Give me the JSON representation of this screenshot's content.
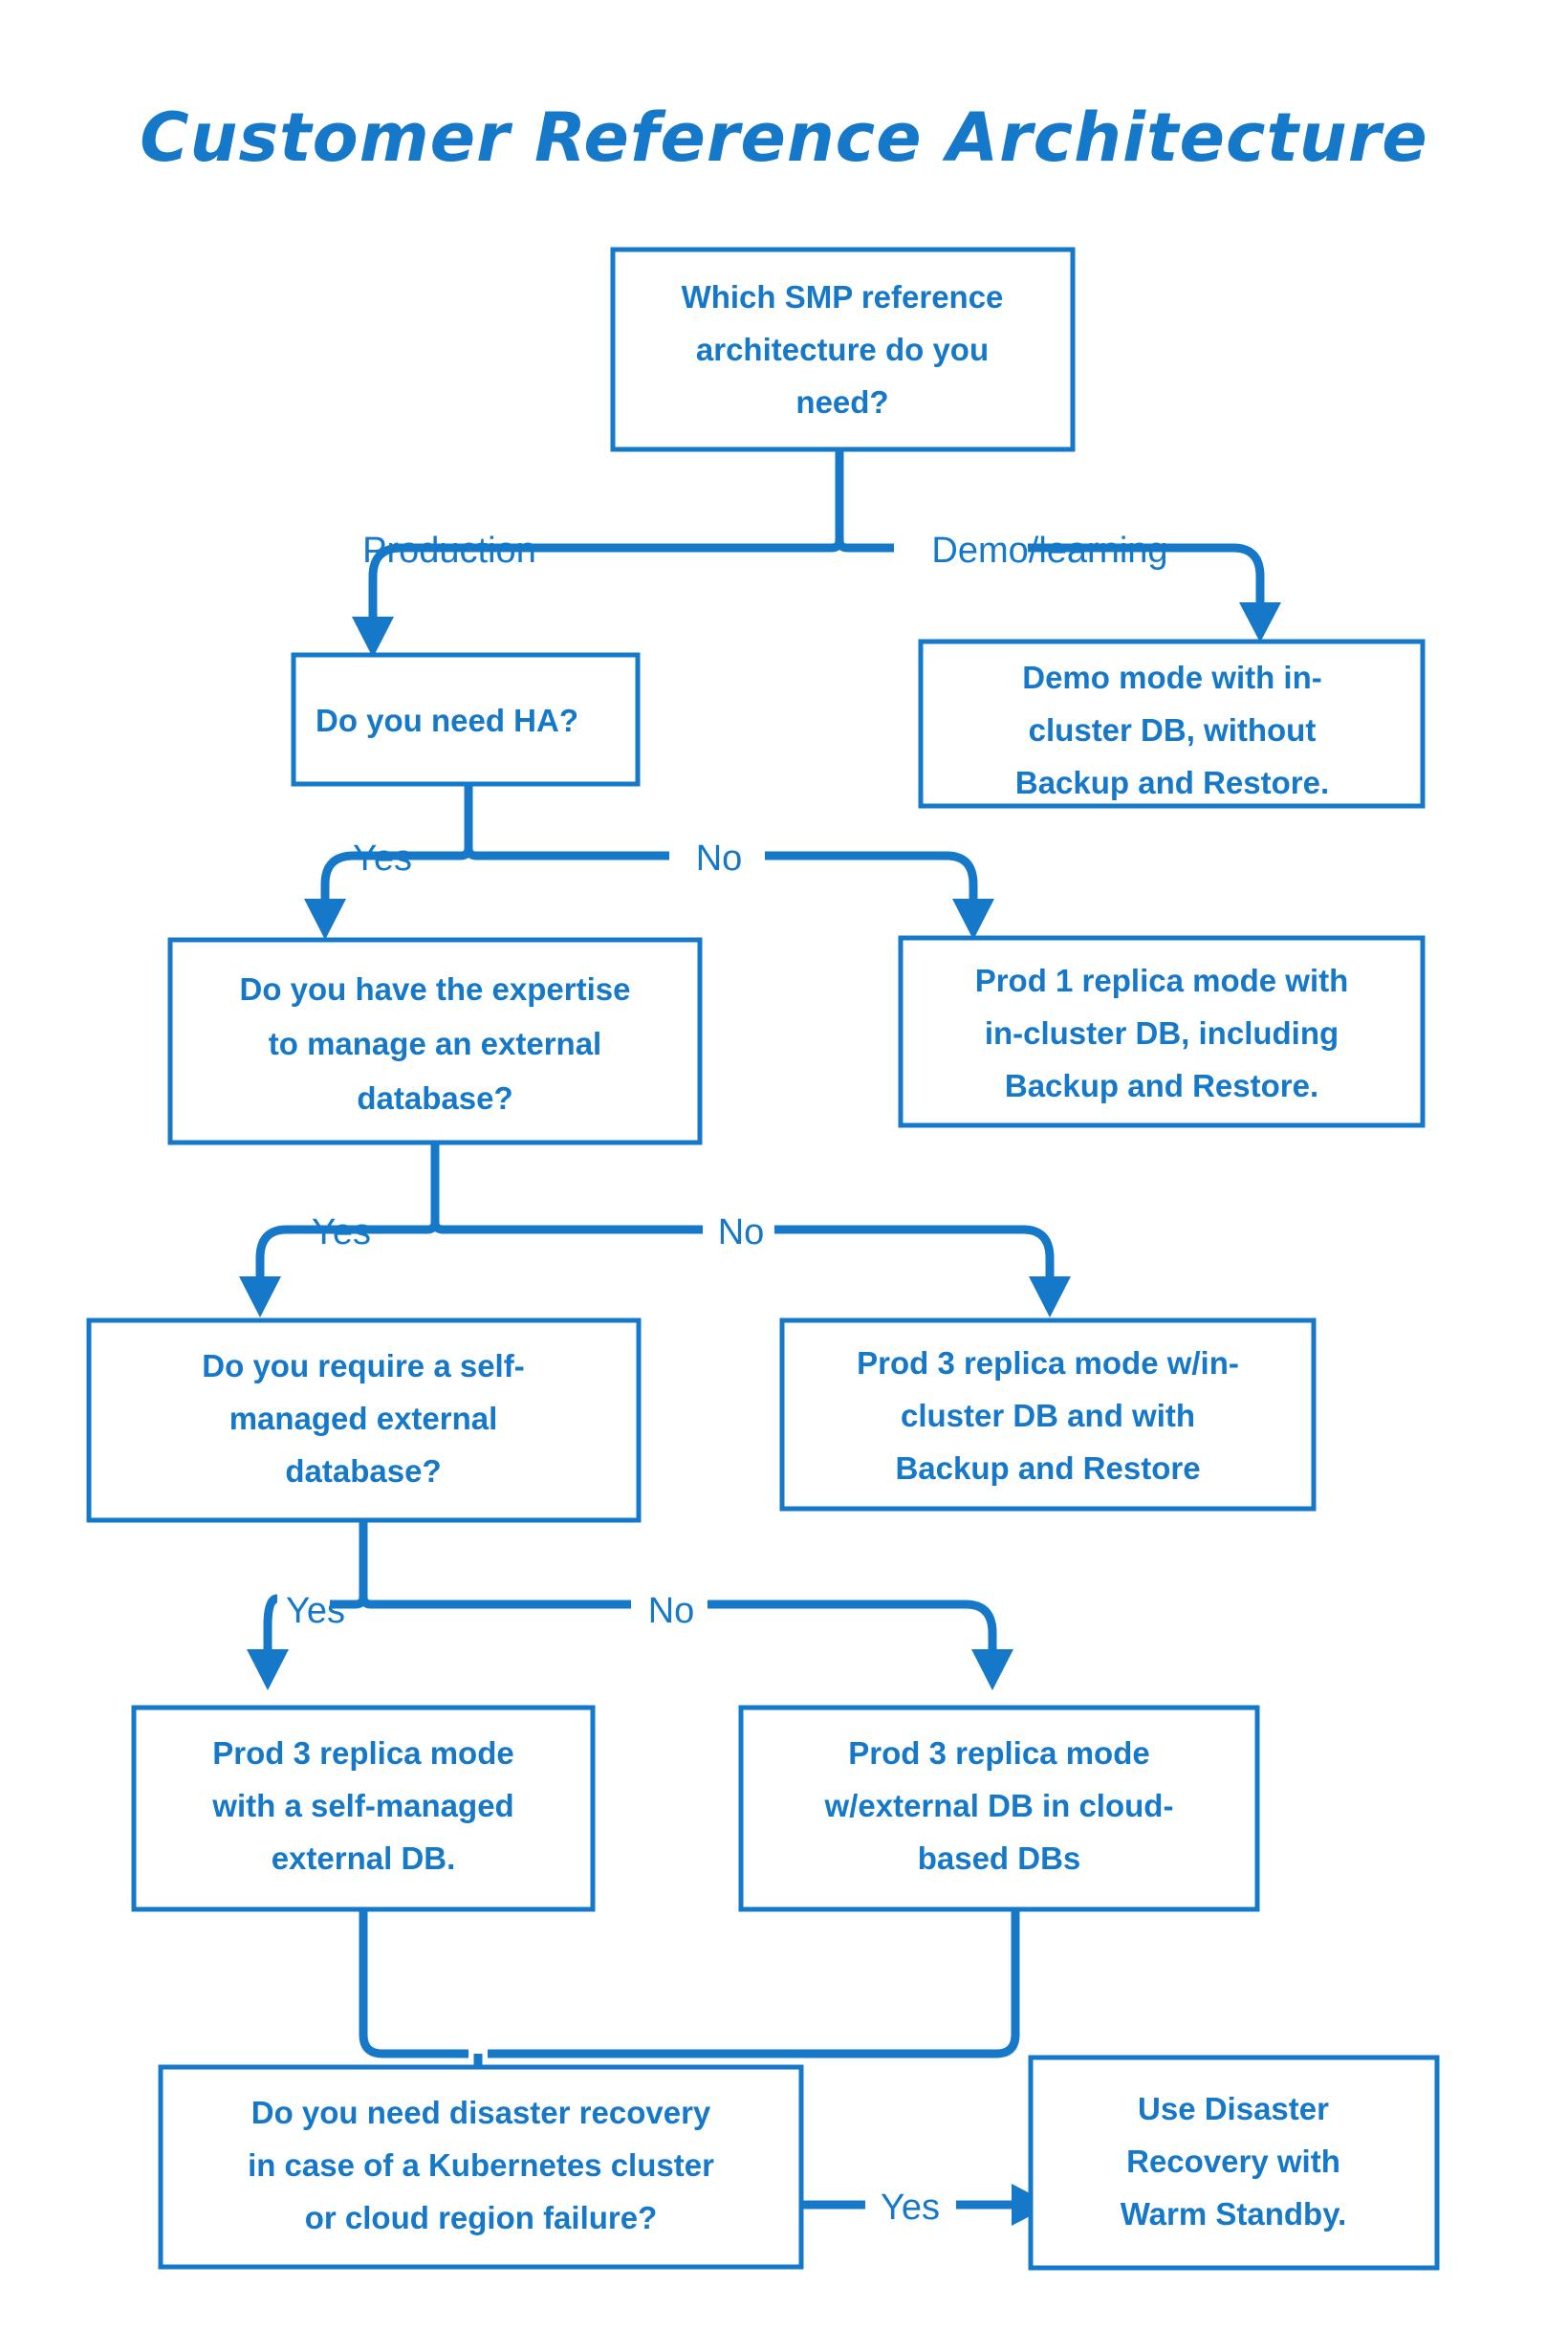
{
  "page": {
    "title": "Customer Reference Architecture",
    "background_color": "#ffffff",
    "accent_color": "#1578C8"
  },
  "chart_data": {
    "type": "diagram",
    "diagram_type": "decision-flowchart",
    "title": "Customer Reference Architecture",
    "nodes": [
      {
        "id": "q1",
        "kind": "decision",
        "lines": [
          "Which SMP reference",
          "architecture do you",
          "need?"
        ]
      },
      {
        "id": "demo",
        "kind": "outcome",
        "lines": [
          "Demo mode with in-",
          "cluster DB, without",
          "Backup and Restore."
        ]
      },
      {
        "id": "q2",
        "kind": "decision",
        "lines": [
          "Do you need HA?"
        ]
      },
      {
        "id": "prod1",
        "kind": "outcome",
        "lines": [
          "Prod 1 replica mode with",
          "in-cluster DB, including",
          "Backup and Restore."
        ]
      },
      {
        "id": "q3",
        "kind": "decision",
        "lines": [
          "Do you have the expertise",
          "to manage an external",
          "database?"
        ]
      },
      {
        "id": "prod3inc",
        "kind": "outcome",
        "lines": [
          "Prod 3 replica mode w/in-",
          "cluster DB and with",
          "Backup and Restore"
        ]
      },
      {
        "id": "q4",
        "kind": "decision",
        "lines": [
          "Do you require a self-",
          "managed external",
          "database?"
        ]
      },
      {
        "id": "prod3self",
        "kind": "outcome",
        "lines": [
          "Prod 3 replica mode",
          "with a self-managed",
          "external DB."
        ]
      },
      {
        "id": "prod3cloud",
        "kind": "outcome",
        "lines": [
          "Prod 3 replica mode",
          "w/external DB in cloud-",
          "based DBs"
        ]
      },
      {
        "id": "q5",
        "kind": "decision",
        "lines": [
          "Do you need disaster recovery",
          "in case of a Kubernetes cluster",
          "or cloud region failure?"
        ]
      },
      {
        "id": "dr",
        "kind": "outcome",
        "lines": [
          "Use Disaster",
          "Recovery with",
          "Warm Standby."
        ]
      }
    ],
    "edges": [
      {
        "from": "q1",
        "to": "q2",
        "label": "Production"
      },
      {
        "from": "q1",
        "to": "demo",
        "label": "Demo/learning"
      },
      {
        "from": "q2",
        "to": "q3",
        "label": "Yes"
      },
      {
        "from": "q2",
        "to": "prod1",
        "label": "No"
      },
      {
        "from": "q3",
        "to": "q4",
        "label": "Yes"
      },
      {
        "from": "q3",
        "to": "prod3inc",
        "label": "No"
      },
      {
        "from": "q4",
        "to": "prod3self",
        "label": "Yes"
      },
      {
        "from": "q4",
        "to": "prod3cloud",
        "label": "No"
      },
      {
        "from": "prod3self",
        "to": "q5",
        "label": ""
      },
      {
        "from": "prod3cloud",
        "to": "q5",
        "label": ""
      },
      {
        "from": "q5",
        "to": "dr",
        "label": "Yes"
      }
    ],
    "edge_labels": {
      "production": "Production",
      "demo_learning": "Demo/learning",
      "ha_yes": "Yes",
      "ha_no": "No",
      "expertise_yes": "Yes",
      "expertise_no": "No",
      "selfmanaged_yes": "Yes",
      "selfmanaged_no": "No",
      "dr_yes": "Yes"
    }
  }
}
